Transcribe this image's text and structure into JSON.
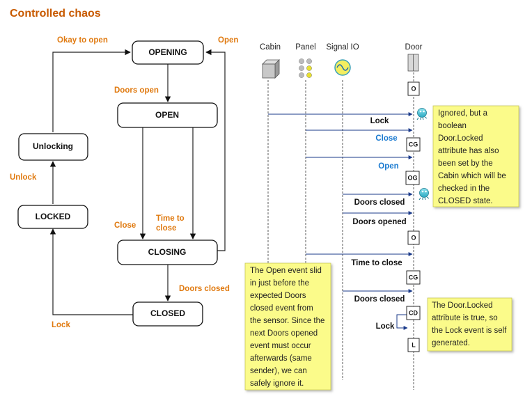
{
  "title": "Controlled chaos",
  "states": {
    "opening": "OPENING",
    "open": "OPEN",
    "closing": "CLOSING",
    "closed": "CLOSED",
    "unlocking": "Unlocking",
    "locked": "LOCKED"
  },
  "transitions": {
    "okay_to_open": "Okay to open",
    "open": "Open",
    "doors_open": "Doors open",
    "close": "Close",
    "time_to_close_1": "Time to",
    "time_to_close_2": "close",
    "doors_closed": "Doors closed",
    "lock": "Lock",
    "unlock": "Unlock"
  },
  "lifelines": {
    "cabin": "Cabin",
    "panel": "Panel",
    "signal_io": "Signal IO",
    "door": "Door"
  },
  "messages": {
    "lock_1": "Lock",
    "close": "Close",
    "open": "Open",
    "doors_closed_1": "Doors closed",
    "doors_opened": "Doors opened",
    "time_to_close": "Time to close",
    "doors_closed_2": "Doors closed",
    "lock_2": "Lock"
  },
  "door_states": {
    "s1": "O",
    "s2": "CG",
    "s3": "OG",
    "s4": "O",
    "s5": "CG",
    "s6": "CD",
    "s7": "L"
  },
  "notes": {
    "ignored": [
      "Ignored, but a",
      "boolean",
      "Door.Locked",
      "attribute has also",
      "been set by the",
      "Cabin which will be",
      "checked in the",
      "CLOSED state."
    ],
    "open_event": [
      "The Open event slid",
      "in just before the",
      "expected Doors",
      "closed event from",
      "the sensor.  Since the",
      "next Doors opened",
      "event must occur",
      "afterwards (same",
      "sender), we can",
      "safely ignore it."
    ],
    "door_locked": [
      "The Door.Locked",
      "attribute is true, so",
      "the Lock event is self",
      "generated."
    ]
  },
  "colors": {
    "title": "#c85a00",
    "transition_label": "#e07a10",
    "message_blue": "#1a7ad0",
    "note_yellow": "#fbfb8a"
  }
}
